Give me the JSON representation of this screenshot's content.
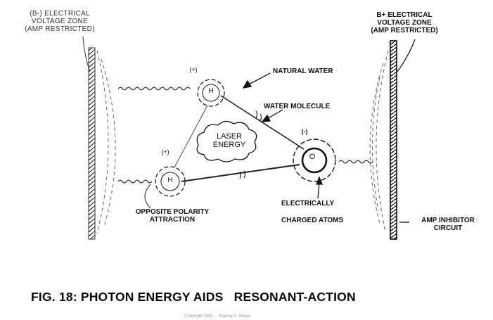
{
  "labels": {
    "left_zone": [
      "(B-) ELECTRICAL",
      "VOLTAGE ZONE",
      "(AMP RESTRICTED)"
    ],
    "right_zone": [
      "B+ ELECTRICAL",
      "VOLTAGE ZONE",
      "(AMP RESTRICTED)"
    ],
    "natural_water": "NATURAL WATER",
    "water_molecule": "WATER MOLECULE",
    "laser_energy": [
      "LASER",
      "ENERGY"
    ],
    "opposite_polarity": [
      "OPPOSITE POLARITY",
      "ATTRACTION"
    ],
    "electrically": "ELECTRICALLY",
    "charged_atoms": "CHARGED ATOMS",
    "amp_inhibitor": [
      "AMP INHIBITOR",
      "CIRCUIT"
    ]
  },
  "atoms": {
    "hydrogen_top": {
      "symbol": "H",
      "charge": "(+)"
    },
    "hydrogen_bottom": {
      "symbol": "H",
      "charge": "(+)"
    },
    "oxygen": {
      "symbol": "O",
      "charge": "(-)"
    }
  },
  "caption": "FIG. 18: PHOTON ENERGY AIDS   RESONANT-ACTION",
  "credit": "Copyright 1990 ... Stanley A. Meyer"
}
